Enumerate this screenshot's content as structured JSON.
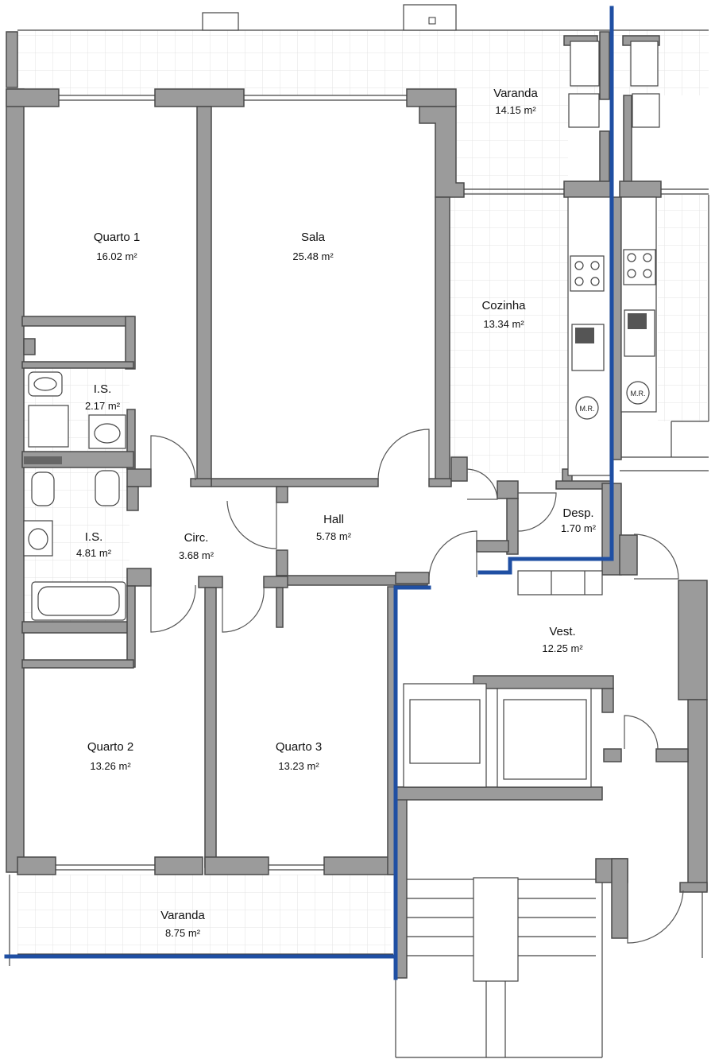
{
  "plan": {
    "rooms": [
      {
        "id": "varanda-top",
        "name": "Varanda",
        "area": "14.15 m²"
      },
      {
        "id": "quarto-1",
        "name": "Quarto 1",
        "area": "16.02 m²"
      },
      {
        "id": "sala",
        "name": "Sala",
        "area": "25.48 m²"
      },
      {
        "id": "cozinha",
        "name": "Cozinha",
        "area": "13.34 m²"
      },
      {
        "id": "is-small",
        "name": "I.S.",
        "area": "2.17 m²"
      },
      {
        "id": "is-large",
        "name": "I.S.",
        "area": "4.81 m²"
      },
      {
        "id": "circ",
        "name": "Circ.",
        "area": "3.68 m²"
      },
      {
        "id": "hall",
        "name": "Hall",
        "area": "5.78 m²"
      },
      {
        "id": "desp",
        "name": "Desp.",
        "area": "1.70 m²"
      },
      {
        "id": "vest",
        "name": "Vest.",
        "area": "12.25 m²"
      },
      {
        "id": "quarto-2",
        "name": "Quarto 2",
        "area": "13.26 m²"
      },
      {
        "id": "quarto-3",
        "name": "Quarto 3",
        "area": "13.23 m²"
      },
      {
        "id": "varanda-bottom",
        "name": "Varanda",
        "area": "8.75 m²"
      }
    ],
    "appliance_tags": [
      "M.R.",
      "M.R."
    ],
    "colors": {
      "wall": "#9b9b9b",
      "wall_edge": "#4a4a4a",
      "pipe": "#1f4fa3",
      "tile": "#e3e3e3"
    }
  }
}
